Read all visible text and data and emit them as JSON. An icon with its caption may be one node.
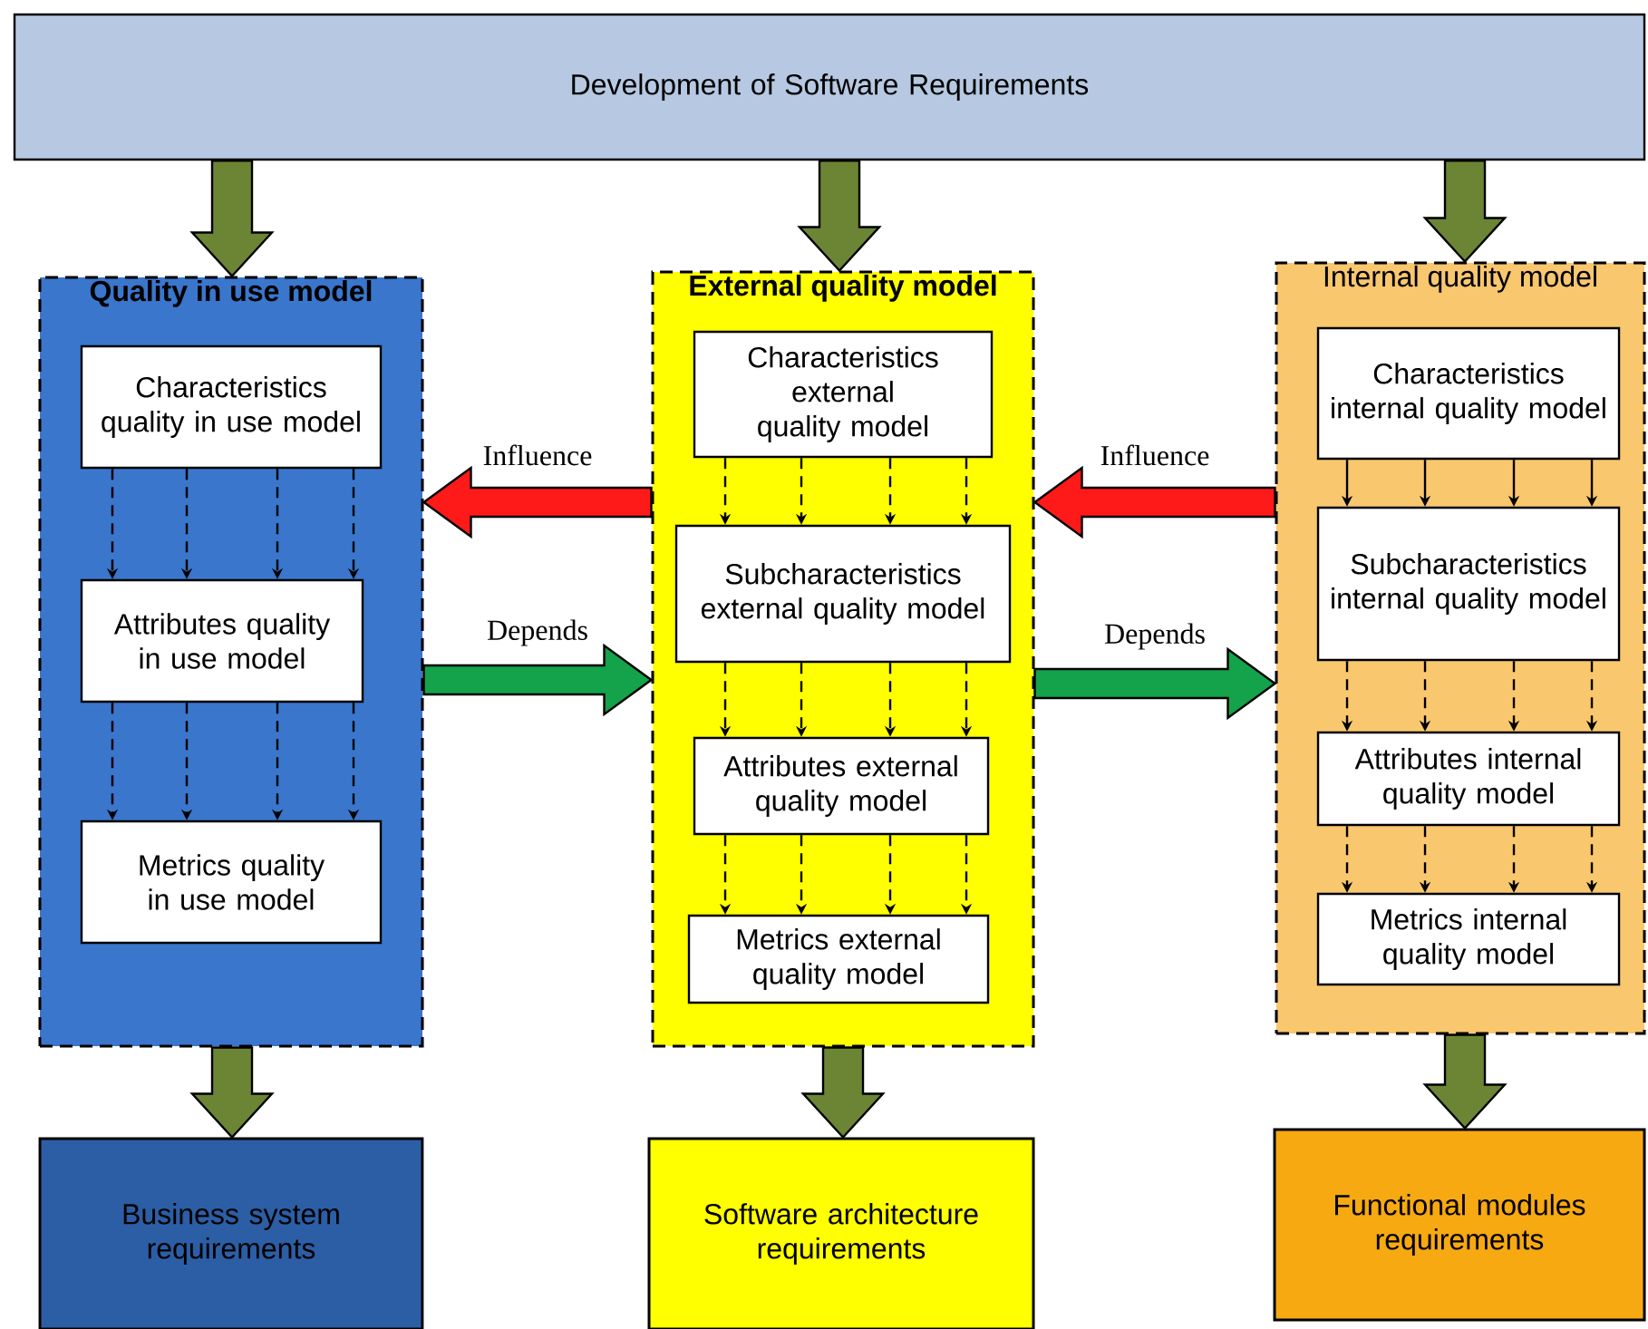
{
  "diagram": {
    "nodes": [
      {
        "text": [
          "Development of Software Requirements"
        ]
      },
      {
        "text": [
          "Quality in use model"
        ]
      },
      {
        "text": [
          "Characteristics quality in use model"
        ],
        "in": 1
      },
      {
        "text": [
          "Attributes quality in use model"
        ],
        "in": 1
      },
      {
        "text": [
          "Metrics quality in use model"
        ],
        "in": 1
      },
      {
        "text": [
          "External quality model"
        ]
      },
      {
        "text": [
          "Characteristics external quality model"
        ],
        "in": 5
      },
      {
        "text": [
          "Subcharacteristics external quality model"
        ],
        "in": 5
      },
      {
        "text": [
          "Attributes external quality model"
        ],
        "in": 5
      },
      {
        "text": [
          "Metrics external quality model"
        ],
        "in": 5
      },
      {
        "text": [
          "Internal quality model"
        ]
      },
      {
        "text": [
          "Characteristics internal quality model"
        ],
        "in": 10
      },
      {
        "text": [
          "Subcharacteristics internal quality model"
        ],
        "in": 10
      },
      {
        "text": [
          "Attributes internal quality model"
        ],
        "in": 10
      },
      {
        "text": [
          "Metrics internal quality model"
        ],
        "in": 10
      },
      {
        "text": [
          "Business system requirements"
        ]
      },
      {
        "text": [
          "Software architecture requirements"
        ]
      },
      {
        "text": [
          "Functional modules requirements"
        ]
      }
    ],
    "edges": [
      {
        "from": 0,
        "to": 1,
        "arrow": "to",
        "color": "#6b8535"
      },
      {
        "from": 0,
        "to": 5,
        "arrow": "to",
        "color": "#6b8535"
      },
      {
        "from": 0,
        "to": 10,
        "arrow": "to",
        "color": "#6b8535"
      },
      {
        "from": 5,
        "to": 1,
        "arrow": "to",
        "label": "Influence",
        "color": "#ff1a1a"
      },
      {
        "from": 1,
        "to": 5,
        "arrow": "to",
        "label": "Depends",
        "color": "#14a24a"
      },
      {
        "from": 10,
        "to": 5,
        "arrow": "to",
        "label": "Influence",
        "color": "#ff1a1a"
      },
      {
        "from": 5,
        "to": 10,
        "arrow": "to",
        "label": "Depends",
        "color": "#14a24a"
      },
      {
        "from": 2,
        "to": 3,
        "arrow": "to",
        "style": "dashed"
      },
      {
        "from": 2,
        "to": 3,
        "arrow": "to",
        "style": "dashed"
      },
      {
        "from": 2,
        "to": 3,
        "arrow": "to",
        "style": "dashed"
      },
      {
        "from": 2,
        "to": 3,
        "arrow": "to",
        "style": "dashed"
      },
      {
        "from": 3,
        "to": 4,
        "arrow": "to",
        "style": "dashed"
      },
      {
        "from": 3,
        "to": 4,
        "arrow": "to",
        "style": "dashed"
      },
      {
        "from": 3,
        "to": 4,
        "arrow": "to",
        "style": "dashed"
      },
      {
        "from": 3,
        "to": 4,
        "arrow": "to",
        "style": "dashed"
      },
      {
        "from": 6,
        "to": 7,
        "arrow": "to",
        "style": "dashed"
      },
      {
        "from": 6,
        "to": 7,
        "arrow": "to",
        "style": "dashed"
      },
      {
        "from": 6,
        "to": 7,
        "arrow": "to",
        "style": "dashed"
      },
      {
        "from": 6,
        "to": 7,
        "arrow": "to",
        "style": "dashed"
      },
      {
        "from": 7,
        "to": 8,
        "arrow": "to",
        "style": "dashed"
      },
      {
        "from": 7,
        "to": 8,
        "arrow": "to",
        "style": "dashed"
      },
      {
        "from": 7,
        "to": 8,
        "arrow": "to",
        "style": "dashed"
      },
      {
        "from": 7,
        "to": 8,
        "arrow": "to",
        "style": "dashed"
      },
      {
        "from": 8,
        "to": 9,
        "arrow": "to",
        "style": "dashed"
      },
      {
        "from": 8,
        "to": 9,
        "arrow": "to",
        "style": "dashed"
      },
      {
        "from": 8,
        "to": 9,
        "arrow": "to",
        "style": "dashed"
      },
      {
        "from": 8,
        "to": 9,
        "arrow": "to",
        "style": "dashed"
      },
      {
        "from": 11,
        "to": 12,
        "arrow": "to"
      },
      {
        "from": 11,
        "to": 12,
        "arrow": "to"
      },
      {
        "from": 11,
        "to": 12,
        "arrow": "to"
      },
      {
        "from": 11,
        "to": 12,
        "arrow": "to"
      },
      {
        "from": 12,
        "to": 13,
        "arrow": "to",
        "style": "dashed"
      },
      {
        "from": 12,
        "to": 13,
        "arrow": "to",
        "style": "dashed"
      },
      {
        "from": 12,
        "to": 13,
        "arrow": "to",
        "style": "dashed"
      },
      {
        "from": 12,
        "to": 13,
        "arrow": "to",
        "style": "dashed"
      },
      {
        "from": 13,
        "to": 14,
        "arrow": "to",
        "style": "dashed"
      },
      {
        "from": 13,
        "to": 14,
        "arrow": "to",
        "style": "dashed"
      },
      {
        "from": 13,
        "to": 14,
        "arrow": "to",
        "style": "dashed"
      },
      {
        "from": 13,
        "to": 14,
        "arrow": "to",
        "style": "dashed"
      },
      {
        "from": 1,
        "to": 15,
        "arrow": "to",
        "color": "#6b8535"
      },
      {
        "from": 5,
        "to": 16,
        "arrow": "to",
        "color": "#6b8535"
      },
      {
        "from": 10,
        "to": 17,
        "arrow": "to",
        "color": "#6b8535"
      }
    ]
  }
}
